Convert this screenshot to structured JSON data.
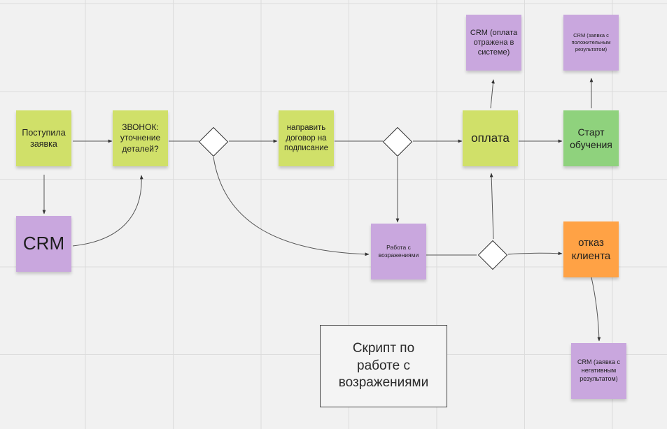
{
  "notes": {
    "request": "Поступила заявка",
    "call": "ЗВОНОК: уточнение деталей?",
    "crm_main": "CRM",
    "contract": "направить договор на подписание",
    "objections": "Работа с возражениями",
    "payment": "оплата",
    "crm_payment": "CRM (оплата отражена в системе)",
    "start": "Старт обучения",
    "crm_positive": "CRM (заявка с положительным результатом)",
    "refusal": "отказ клиента",
    "crm_negative": "CRM (заявка с негативным результатом)"
  },
  "frame": {
    "label": "Скрипт по работе с возражениями"
  },
  "colors": {
    "green": "#d0e069",
    "purple": "#c9a7de",
    "light_green": "#8fd27d",
    "orange": "#ffa245"
  }
}
